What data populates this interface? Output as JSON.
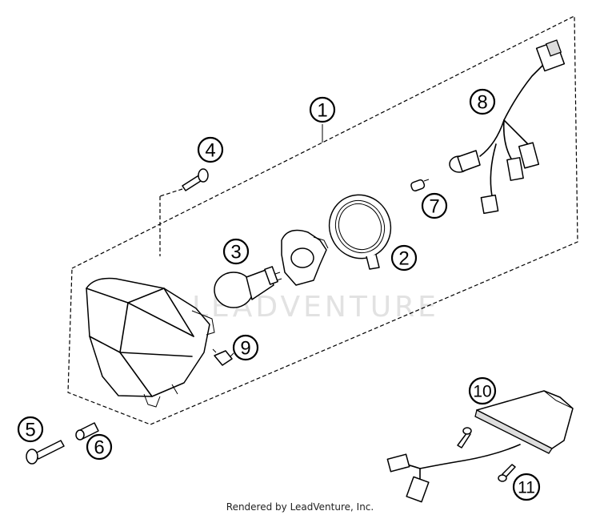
{
  "watermark": "LEADVENTURE",
  "footer": "Rendered by LeadVenture, Inc.",
  "callouts": [
    "1",
    "2",
    "3",
    "4",
    "5",
    "6",
    "7",
    "8",
    "9",
    "10",
    "11"
  ]
}
